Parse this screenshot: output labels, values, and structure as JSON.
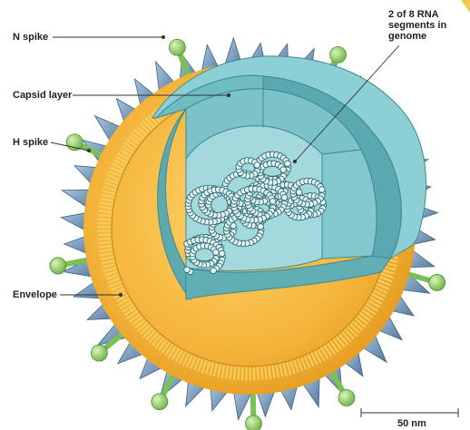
{
  "labels": {
    "n_spike": "N spike",
    "capsid_layer": "Capsid layer",
    "h_spike": "H spike",
    "envelope": "Envelope",
    "rna_segments": "2 of 8 RNA segments in genome"
  },
  "scale_bar": {
    "label": "50 nm"
  },
  "colors": {
    "envelope_fill": "#f2b233",
    "lipid_band": "#f7cf60",
    "capsid_light": "#9fd7dc",
    "capsid_mid": "#6fbcc3",
    "capsid_dark": "#4c9aa2",
    "h_spike": "#7aa3c7",
    "n_spike_head": "#9ad36f"
  }
}
